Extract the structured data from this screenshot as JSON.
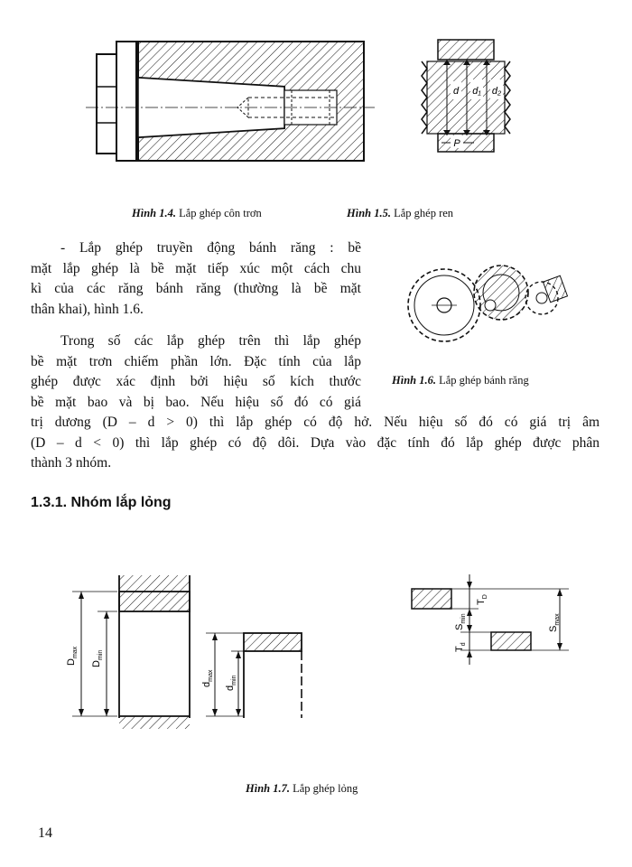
{
  "figures": {
    "fig_1_4": {
      "label": "Hình 1.4.",
      "title": "Lắp ghép côn trơn"
    },
    "fig_1_5": {
      "label": "Hình 1.5.",
      "title": "Lắp ghép ren",
      "symbols": [
        "d",
        "d₁",
        "d₂",
        "P"
      ]
    },
    "fig_1_6": {
      "label": "Hình 1.6.",
      "title": "Lắp ghép bánh răng"
    },
    "fig_1_7": {
      "label": "Hình 1.7.",
      "title": "Lắp ghép lỏng",
      "symbols": {
        "D_max": "D",
        "D_max_sub": "max",
        "D_min": "D",
        "D_min_sub": "min",
        "d_max": "d",
        "d_max_sub": "max",
        "d_min": "d",
        "d_min_sub": "min",
        "T_D": "T",
        "T_D_sub": "D",
        "T_d": "T",
        "T_d_sub": "d",
        "S_min": "S",
        "S_min_sub": "min",
        "S_max": "S",
        "S_max_sub": "max"
      }
    }
  },
  "paragraphs": {
    "gear_para": [
      "- Lắp ghép truyền động bánh răng : bề",
      "mặt lắp ghép là bề mặt tiếp xúc một cách chu",
      "kì của các răng bánh răng (thường là bề mặt",
      "thân khai), hình 1.6."
    ],
    "fit_para": [
      "Trong số các lắp ghép trên thì lắp ghép",
      "bề mặt trơn chiếm phần lớn. Đặc tính của lắp",
      "ghép được xác định bởi hiệu số kích thước",
      "bề mặt bao và bị bao. Nếu hiệu số đó có giá",
      "trị dương (D – d > 0) thì lắp ghép có độ hở. Nếu hiệu số đó có giá trị âm",
      "(D – d < 0) thì lắp ghép có độ dôi. Dựa vào đặc tính đó lắp ghép được phân",
      "thành 3 nhóm."
    ]
  },
  "section_heading": "1.3.1. Nhóm lắp lỏng",
  "page_number": "14"
}
